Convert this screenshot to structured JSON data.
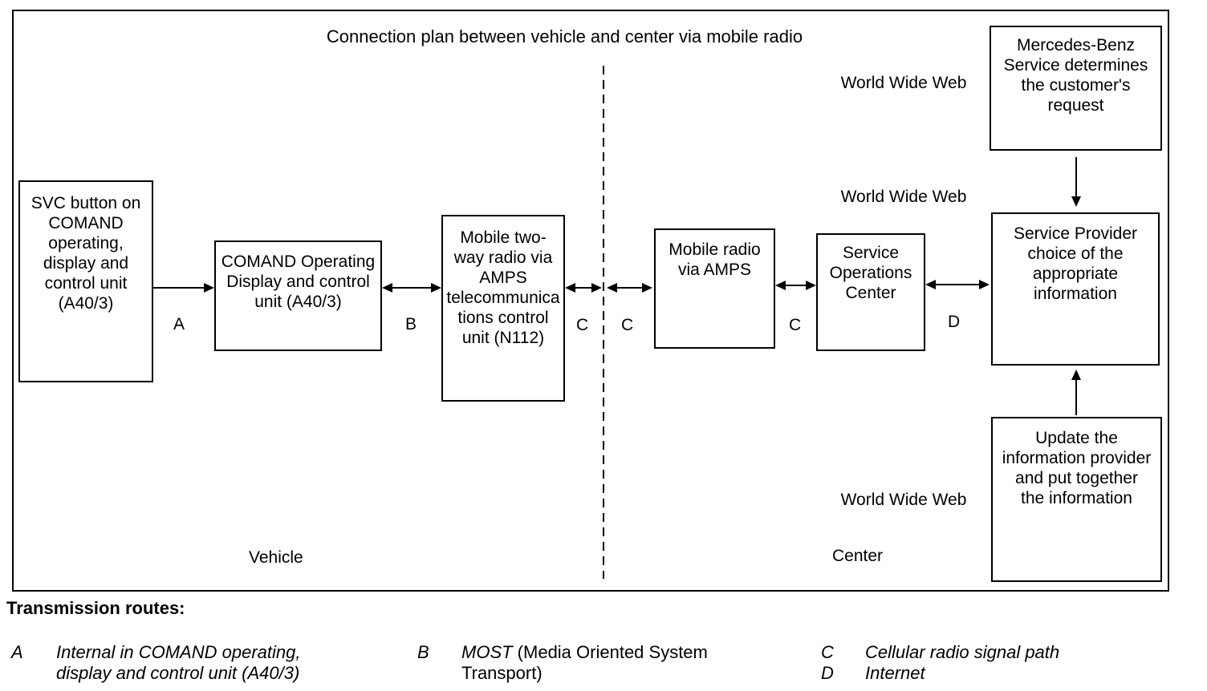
{
  "title": "Connection plan between vehicle and center via mobile radio",
  "boxes": {
    "svc_button": "SVC button on\nCOMAND\noperating,\ndisplay and\ncontrol unit\n(A40/3)",
    "comand_unit": "COMAND Operating\nDisplay and control\nunit (A40/3)",
    "mobile_two_way": "Mobile two-\nway radio via\nAMPS\ntelecommunica\ntions control\nunit (N112)",
    "mobile_radio": "Mobile radio\nvia AMPS",
    "service_ops": "Service\nOperations\nCenter",
    "service_provider": "Service Provider\nchoice of the\nappropriate\ninformation",
    "mb_service": "Mercedes-Benz\nService determines\nthe customer's\nrequest",
    "update_info": "Update the\ninformation provider\nand put together\nthe information"
  },
  "route_letters": {
    "a": "A",
    "b": "B",
    "c_vehicle": "C",
    "c_center": "C",
    "c_amps": "C",
    "d": "D"
  },
  "www_labels": [
    "World Wide Web",
    "World Wide Web",
    "World Wide Web"
  ],
  "region_labels": {
    "vehicle": "Vehicle",
    "center": "Center"
  },
  "legend": {
    "heading": "Transmission routes:",
    "items": [
      {
        "key": "A",
        "italic": "Internal in COMAND operating,\ndisplay and control unit (A40/3)",
        "regular": ""
      },
      {
        "key": "B",
        "italic": "MOST",
        "regular": " (Media Oriented System\nTransport)"
      },
      {
        "key": "C",
        "italic": "Cellular radio signal path",
        "regular": ""
      },
      {
        "key": "D",
        "italic": "Internet",
        "regular": ""
      }
    ]
  },
  "colors": {
    "ink": "#000000",
    "background": "#ffffff"
  }
}
